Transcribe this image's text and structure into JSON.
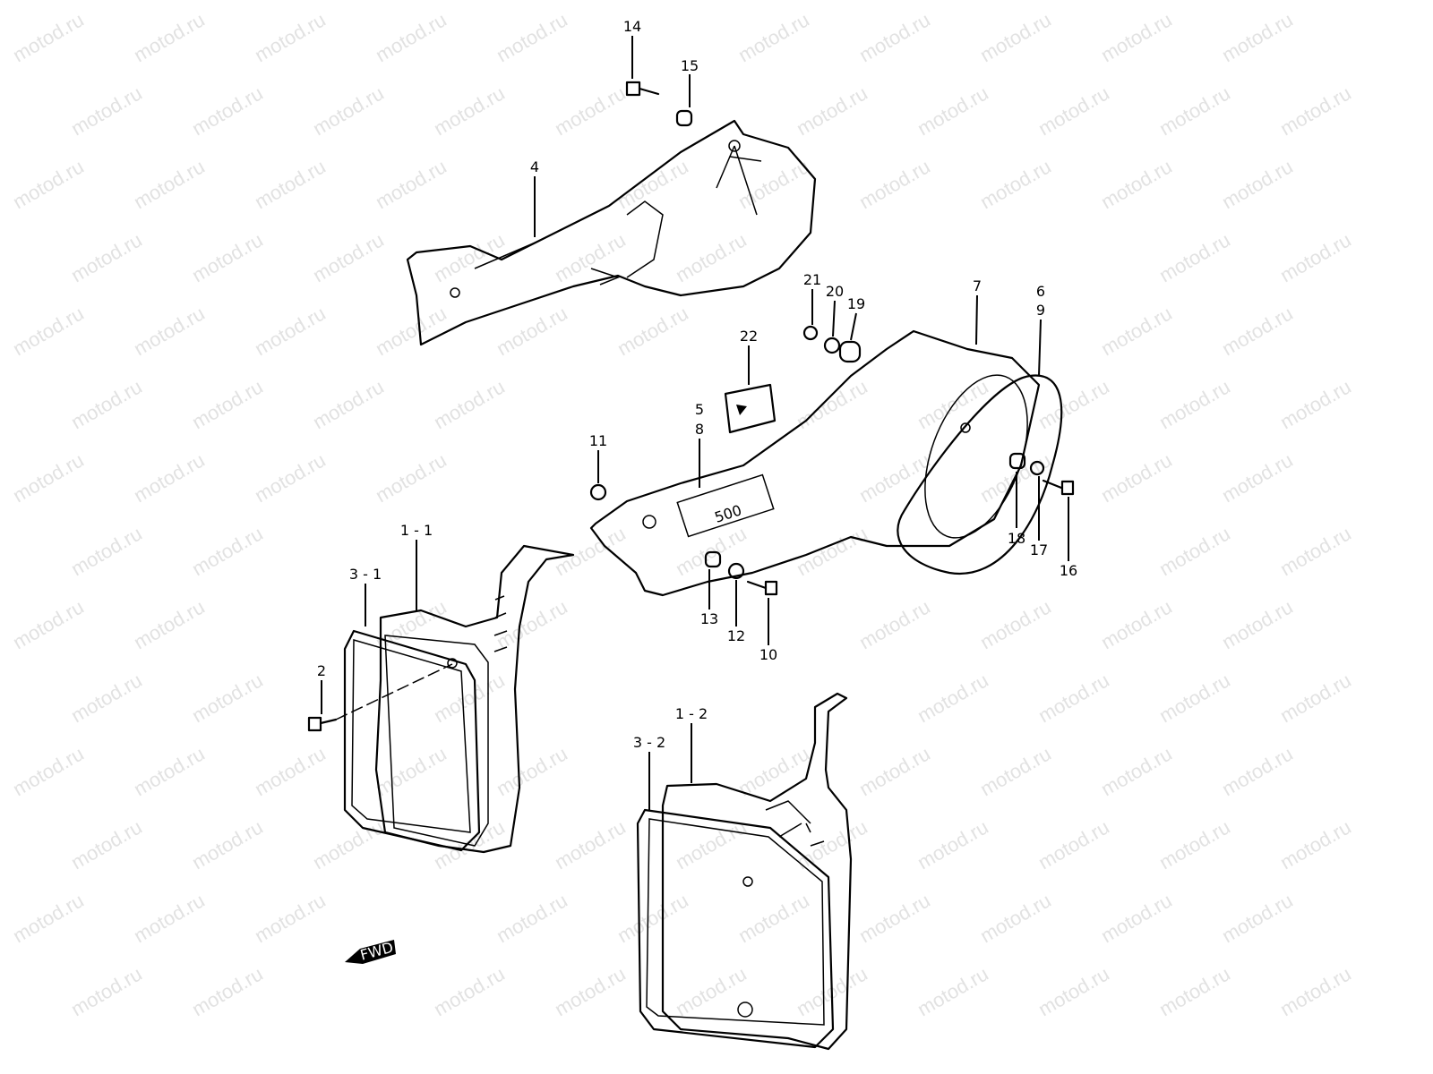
{
  "watermark": "motod.ru",
  "labels": [
    "14",
    "15",
    "4",
    "21",
    "20",
    "19",
    "7",
    "6",
    "9",
    "22",
    "5",
    "8",
    "11",
    "1 - 1",
    "3 - 1",
    "18",
    "17",
    "16",
    "13",
    "12",
    "10",
    "2",
    "1 - 2",
    "3 - 2"
  ],
  "badge_text": "500",
  "fwd_arrow": "FWD"
}
